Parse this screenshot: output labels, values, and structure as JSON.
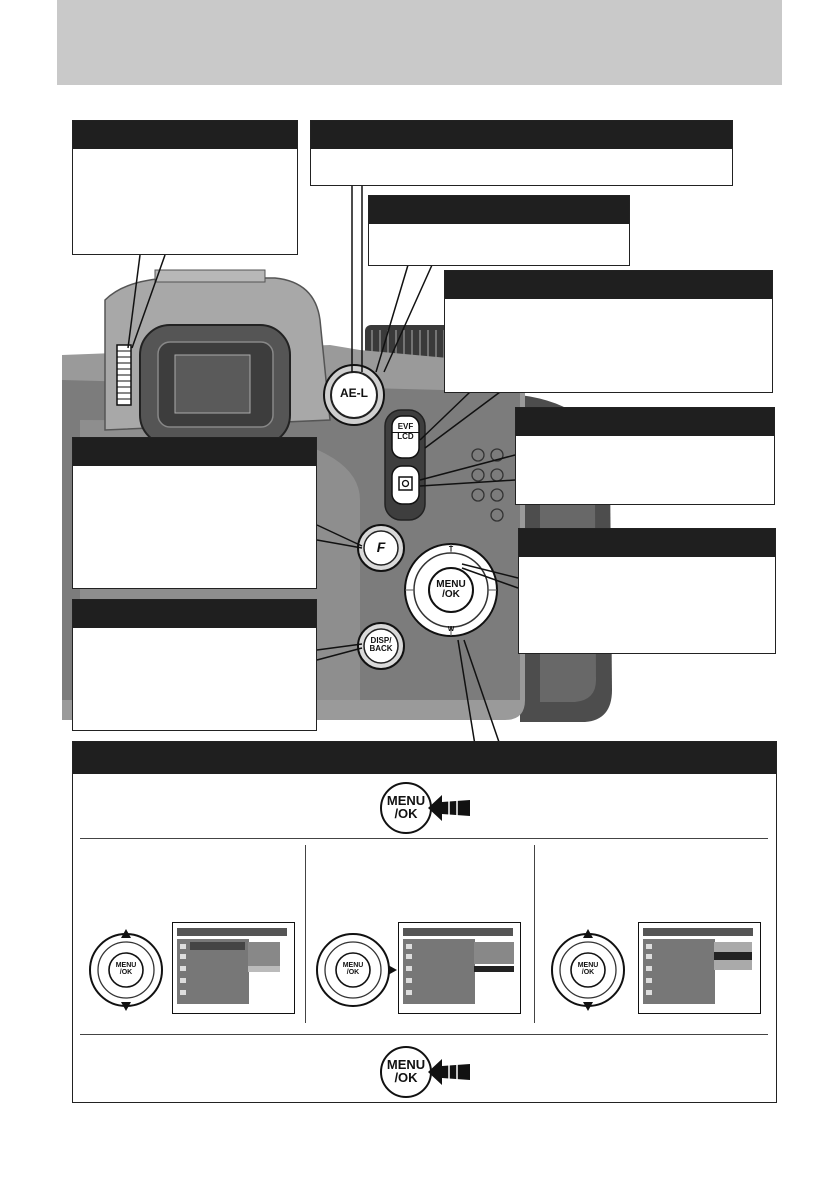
{
  "buttons": {
    "ae_l": "AE-L",
    "evf_top": "EVF",
    "evf_bottom": "LCD",
    "f_button": "F",
    "disp_top": "DISP/",
    "disp_bottom": "BACK",
    "menu_top": "MENU",
    "menu_bottom": "/OK",
    "dpad_top": "T",
    "dpad_bottom": "W"
  },
  "icons": {
    "ae_l": "ae-lock-icon",
    "evf": "evf-lcd-icon",
    "focus_check": "magnifier-icon",
    "arrow": "pointer-arrow-icon",
    "press_arrow": "press-arrow-icon"
  },
  "colors": {
    "header": "#c9c9c9",
    "callout_bar": "#1f1f1f",
    "camera_body": "#5f5f5f",
    "camera_light": "#9a9a9a"
  }
}
